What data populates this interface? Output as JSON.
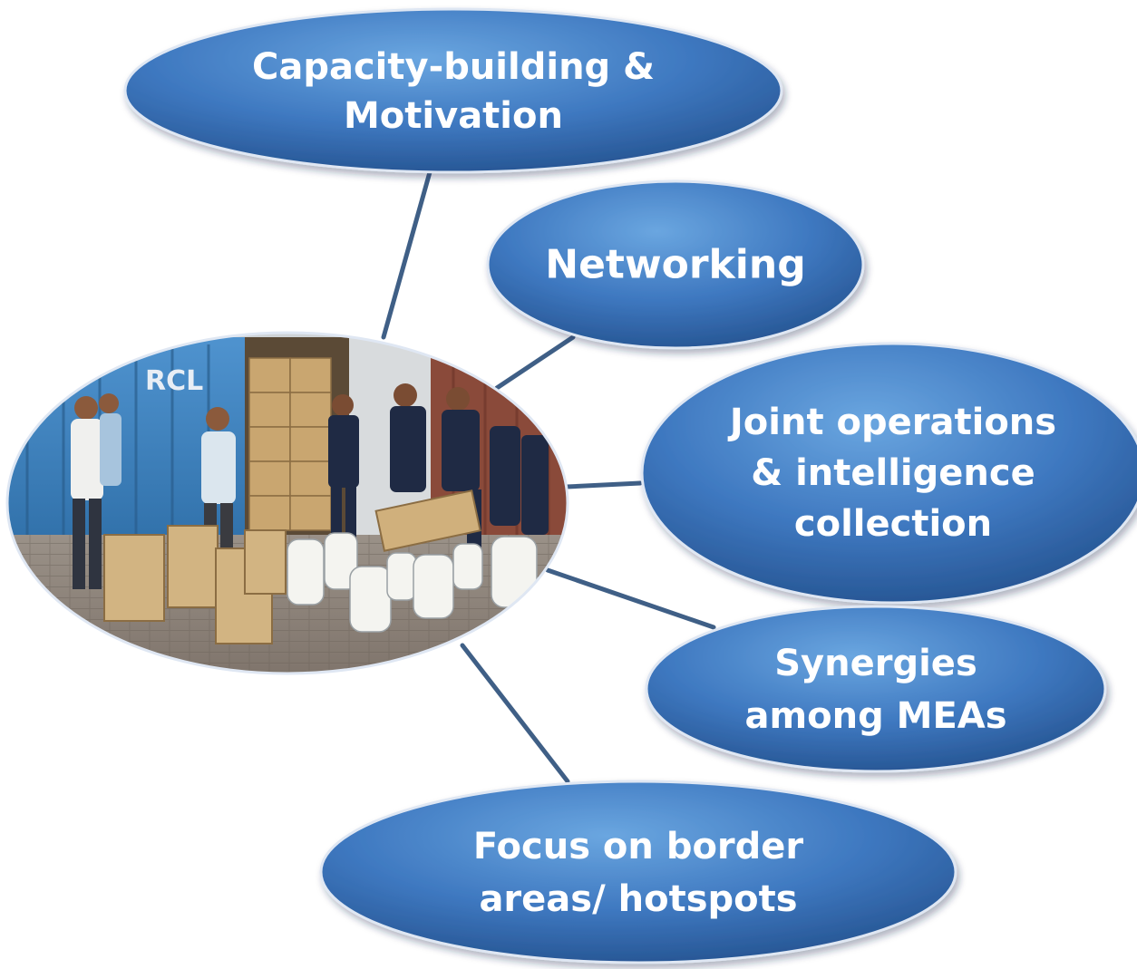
{
  "nodes": {
    "capacity": {
      "lines": [
        "Capacity-building &",
        "Motivation"
      ]
    },
    "networking": {
      "lines": [
        "Networking"
      ]
    },
    "joint": {
      "lines": [
        "Joint operations",
        "& intelligence",
        "collection"
      ]
    },
    "synergies": {
      "lines": [
        "Synergies",
        "among MEAs"
      ]
    },
    "focus": {
      "lines": [
        "Focus on border",
        "areas/ hotspots"
      ]
    }
  },
  "colors": {
    "bubble_light": "#5b9ad8",
    "bubble_dark": "#2c5fa2",
    "connector": "#3f5f86"
  },
  "center_photo": {
    "icon": "photo-customs-inspection-icon",
    "container_marking": "RCL"
  }
}
